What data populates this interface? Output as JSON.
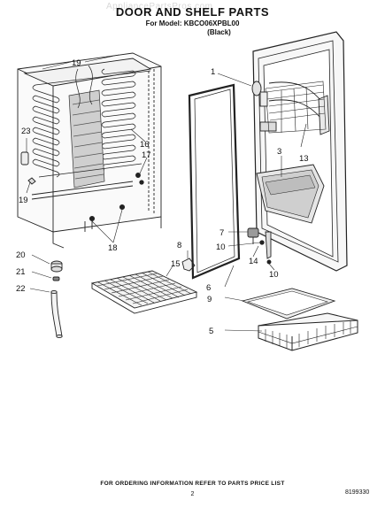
{
  "header": {
    "title": "DOOR AND SHELF PARTS",
    "model_line": "For Model: KBCO06XPBL00",
    "finish": "(Black)",
    "watermark": "AppliancePartsPros.com"
  },
  "callouts": {
    "c1": "1",
    "c3": "3",
    "c5": "5",
    "c6": "6",
    "c7": "7",
    "c8": "8",
    "c9": "9",
    "c10a": "10",
    "c10b": "10",
    "c13": "13",
    "c14": "14",
    "c15": "15",
    "c16": "16",
    "c17": "17",
    "c18": "18",
    "c19a": "19",
    "c19b": "19",
    "c20": "20",
    "c21": "21",
    "c22": "22",
    "c23": "23"
  },
  "footer": {
    "note": "FOR ORDERING INFORMATION REFER TO PARTS PRICE LIST",
    "page": "2",
    "doc_number": "8199330"
  }
}
